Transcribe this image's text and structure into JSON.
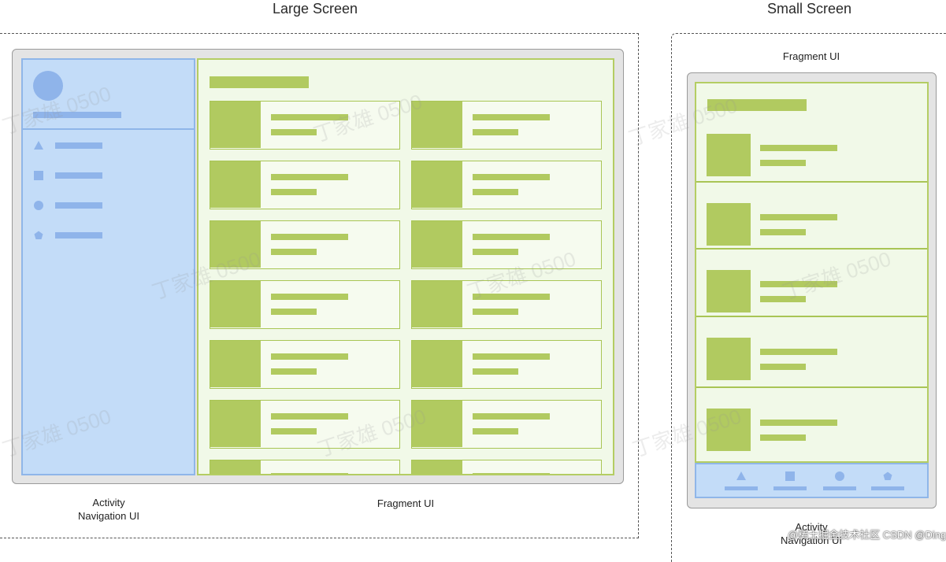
{
  "large": {
    "title": "Large Screen",
    "caption_nav": [
      "Activity",
      "Navigation UI"
    ],
    "caption_fragment": "Fragment UI",
    "nav_icons": [
      "triangle-icon",
      "square-icon",
      "circle-icon",
      "pentagon-icon"
    ]
  },
  "small": {
    "title": "Small Screen",
    "caption_fragment": "Fragment UI",
    "caption_nav": [
      "Activity",
      "Navigation UI"
    ],
    "bottom_nav_icons": [
      "triangle-icon",
      "square-icon",
      "circle-icon",
      "pentagon-icon"
    ]
  },
  "watermark": "丁家雄 0500",
  "footer_mark": "@稀土掘金技术社区  CSDN @Ding Jiaxiong",
  "colors": {
    "nav_blue": "#c3dcf8",
    "nav_blue_accent": "#8fb4ea",
    "fragment_green_bg": "#f1f9e8",
    "fragment_green": "#b1ca60"
  }
}
